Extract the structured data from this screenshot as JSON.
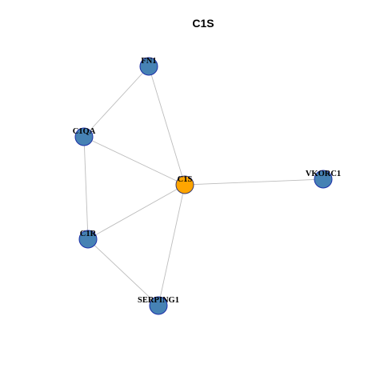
{
  "title": "C1S",
  "colors": {
    "edge": "#bdbdbd",
    "node_fill": "#4682b4",
    "node_stroke": "#1c2fa8",
    "center_fill": "#ffa500",
    "center_stroke": "#3a3a6a"
  },
  "nodes": [
    {
      "id": "FN1",
      "label": "FN1",
      "center": false
    },
    {
      "id": "C1QA",
      "label": "C1QA",
      "center": false
    },
    {
      "id": "C1S",
      "label": "C1S",
      "center": true
    },
    {
      "id": "VKORC1",
      "label": "VKORC1",
      "center": false
    },
    {
      "id": "C1R",
      "label": "C1R",
      "center": false
    },
    {
      "id": "SERPING1",
      "label": "SERPING1",
      "center": false
    }
  ],
  "edges": [
    [
      "FN1",
      "C1QA"
    ],
    [
      "FN1",
      "C1S"
    ],
    [
      "C1QA",
      "C1S"
    ],
    [
      "C1QA",
      "C1R"
    ],
    [
      "C1S",
      "VKORC1"
    ],
    [
      "C1S",
      "C1R"
    ],
    [
      "C1S",
      "SERPING1"
    ],
    [
      "C1R",
      "SERPING1"
    ]
  ]
}
